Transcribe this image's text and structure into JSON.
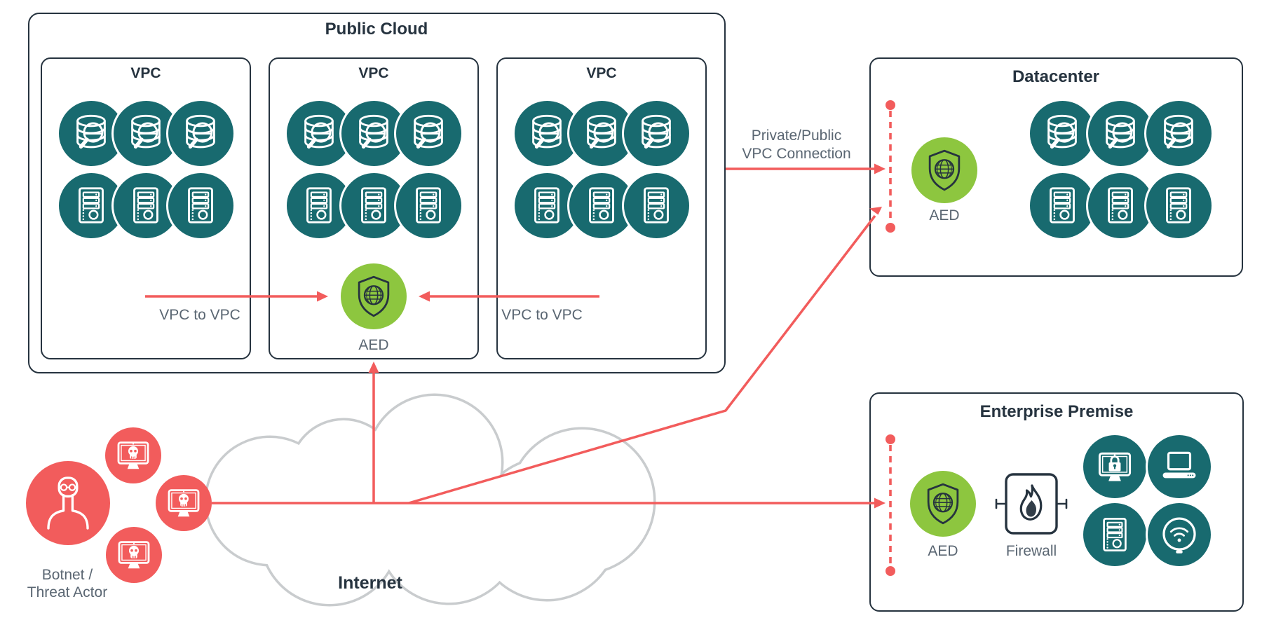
{
  "colors": {
    "teal": "#186A6F",
    "coral": "#F25C5C",
    "green": "#8DC63F",
    "navy": "#26333F",
    "label_gray": "#5A6672",
    "cloud_gray": "#C9CCCE"
  },
  "public_cloud": {
    "title": "Public Cloud",
    "vpcs": [
      {
        "label": "VPC"
      },
      {
        "label": "VPC"
      },
      {
        "label": "VPC"
      }
    ],
    "aed_label": "AED",
    "vpc_to_vpc_left": "VPC to VPC",
    "vpc_to_vpc_right": "VPC to VPC"
  },
  "datacenter": {
    "title": "Datacenter",
    "aed_label": "AED"
  },
  "enterprise_premise": {
    "title": "Enterprise Premise",
    "aed_label": "AED",
    "firewall_label": "Firewall"
  },
  "internet": {
    "label": "Internet"
  },
  "botnet": {
    "label_line1": "Botnet /",
    "label_line2": "Threat Actor"
  },
  "connection_labels": {
    "private_public_line1": "Private/Public",
    "private_public_line2": "VPC Connection"
  },
  "icons": {
    "database_search": "database-with-magnifier-icon",
    "server": "server-tower-icon",
    "aed_shield": "shield-globe-icon",
    "firewall_flame": "flame-icon",
    "threat_actor": "masked-person-icon",
    "infected_monitor": "monitor-skull-icon",
    "monitor_lock": "monitor-padlock-icon",
    "laptop": "laptop-icon",
    "smart_device": "wifi-bulb-icon",
    "internet_cloud": "cloud-shape"
  }
}
